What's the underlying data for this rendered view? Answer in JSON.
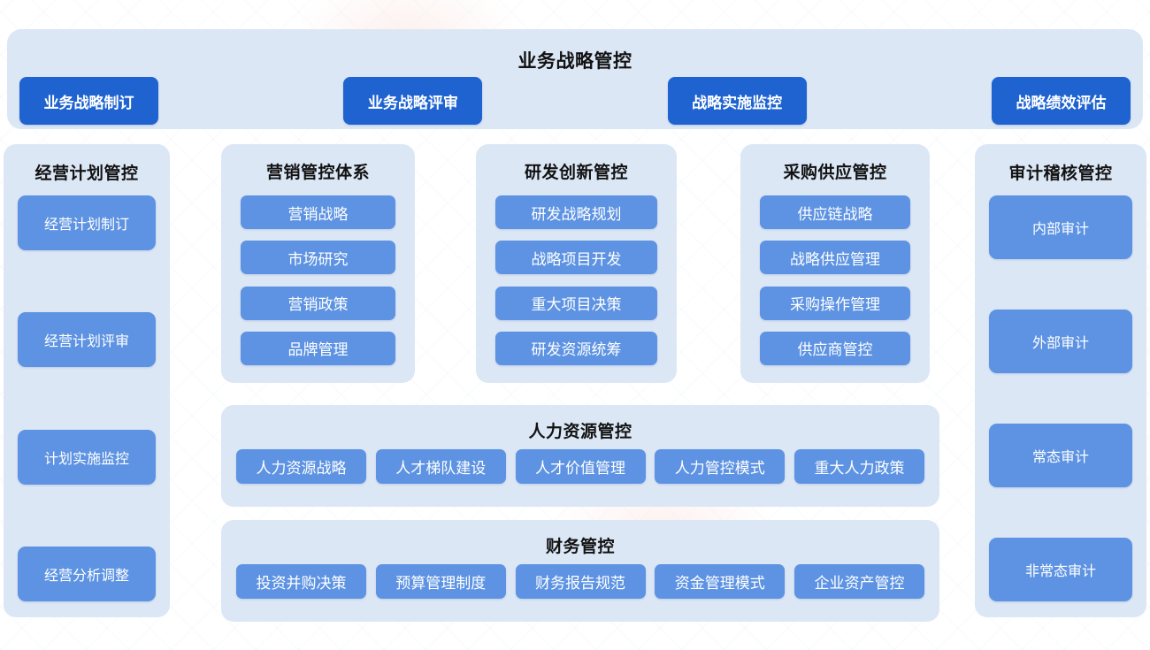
{
  "theme": {
    "page_background": "#ffffff",
    "panel_background": "#dce7f6",
    "primary_button": "#1f63d0",
    "secondary_button": "#5d93e2",
    "title_color": "#121212",
    "button_text_color": "#ffffff"
  },
  "banner": {
    "title": "业务战略管控",
    "items": [
      {
        "label": "业务战略制订"
      },
      {
        "label": "业务战略评审"
      },
      {
        "label": "战略实施监控"
      },
      {
        "label": "战略绩效评估"
      }
    ]
  },
  "columns": {
    "plan": {
      "title": "经营计划管控",
      "items": [
        {
          "label": "经营计划制订"
        },
        {
          "label": "经营计划评审"
        },
        {
          "label": "计划实施监控"
        },
        {
          "label": "经营分析调整"
        }
      ]
    },
    "marketing": {
      "title": "营销管控体系",
      "items": [
        {
          "label": "营销战略"
        },
        {
          "label": "市场研究"
        },
        {
          "label": "营销政策"
        },
        {
          "label": "品牌管理"
        }
      ]
    },
    "rd": {
      "title": "研发创新管控",
      "items": [
        {
          "label": "研发战略规划"
        },
        {
          "label": "战略项目开发"
        },
        {
          "label": "重大项目决策"
        },
        {
          "label": "研发资源统筹"
        }
      ]
    },
    "purchase": {
      "title": "采购供应管控",
      "items": [
        {
          "label": "供应链战略"
        },
        {
          "label": "战略供应管理"
        },
        {
          "label": "采购操作管理"
        },
        {
          "label": "供应商管控"
        }
      ]
    },
    "audit": {
      "title": "审计稽核管控",
      "items": [
        {
          "label": "内部审计"
        },
        {
          "label": "外部审计"
        },
        {
          "label": "常态审计"
        },
        {
          "label": "非常态审计"
        }
      ]
    }
  },
  "wide_sections": {
    "hr": {
      "title": "人力资源管控",
      "items": [
        {
          "label": "人力资源战略"
        },
        {
          "label": "人才梯队建设"
        },
        {
          "label": "人才价值管理"
        },
        {
          "label": "人力管控模式"
        },
        {
          "label": "重大人力政策"
        }
      ]
    },
    "finance": {
      "title": "财务管控",
      "items": [
        {
          "label": "投资并购决策"
        },
        {
          "label": "预算管理制度"
        },
        {
          "label": "财务报告规范"
        },
        {
          "label": "资金管理模式"
        },
        {
          "label": "企业资产管控"
        }
      ]
    }
  }
}
